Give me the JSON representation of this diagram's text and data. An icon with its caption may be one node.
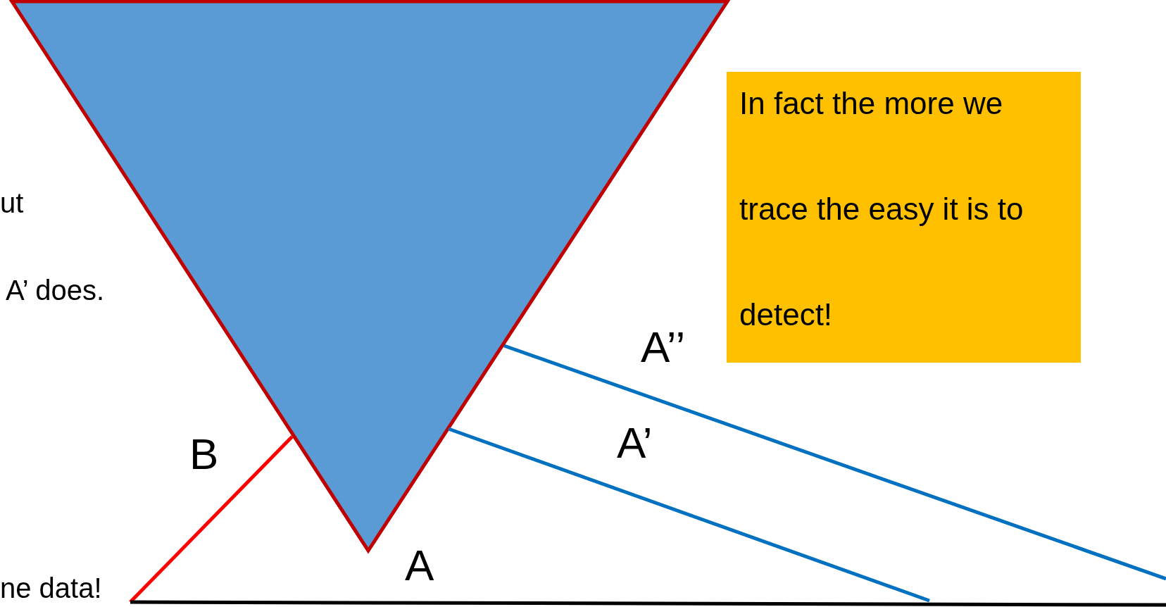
{
  "diagram": {
    "nodes": [
      {
        "text": [
          "In fact the more we trace the easy it is to detect!"
        ]
      }
    ],
    "labels": [
      "ut",
      "A’ does.",
      "A’’",
      "A’",
      "B",
      "ne data!",
      "A"
    ]
  }
}
